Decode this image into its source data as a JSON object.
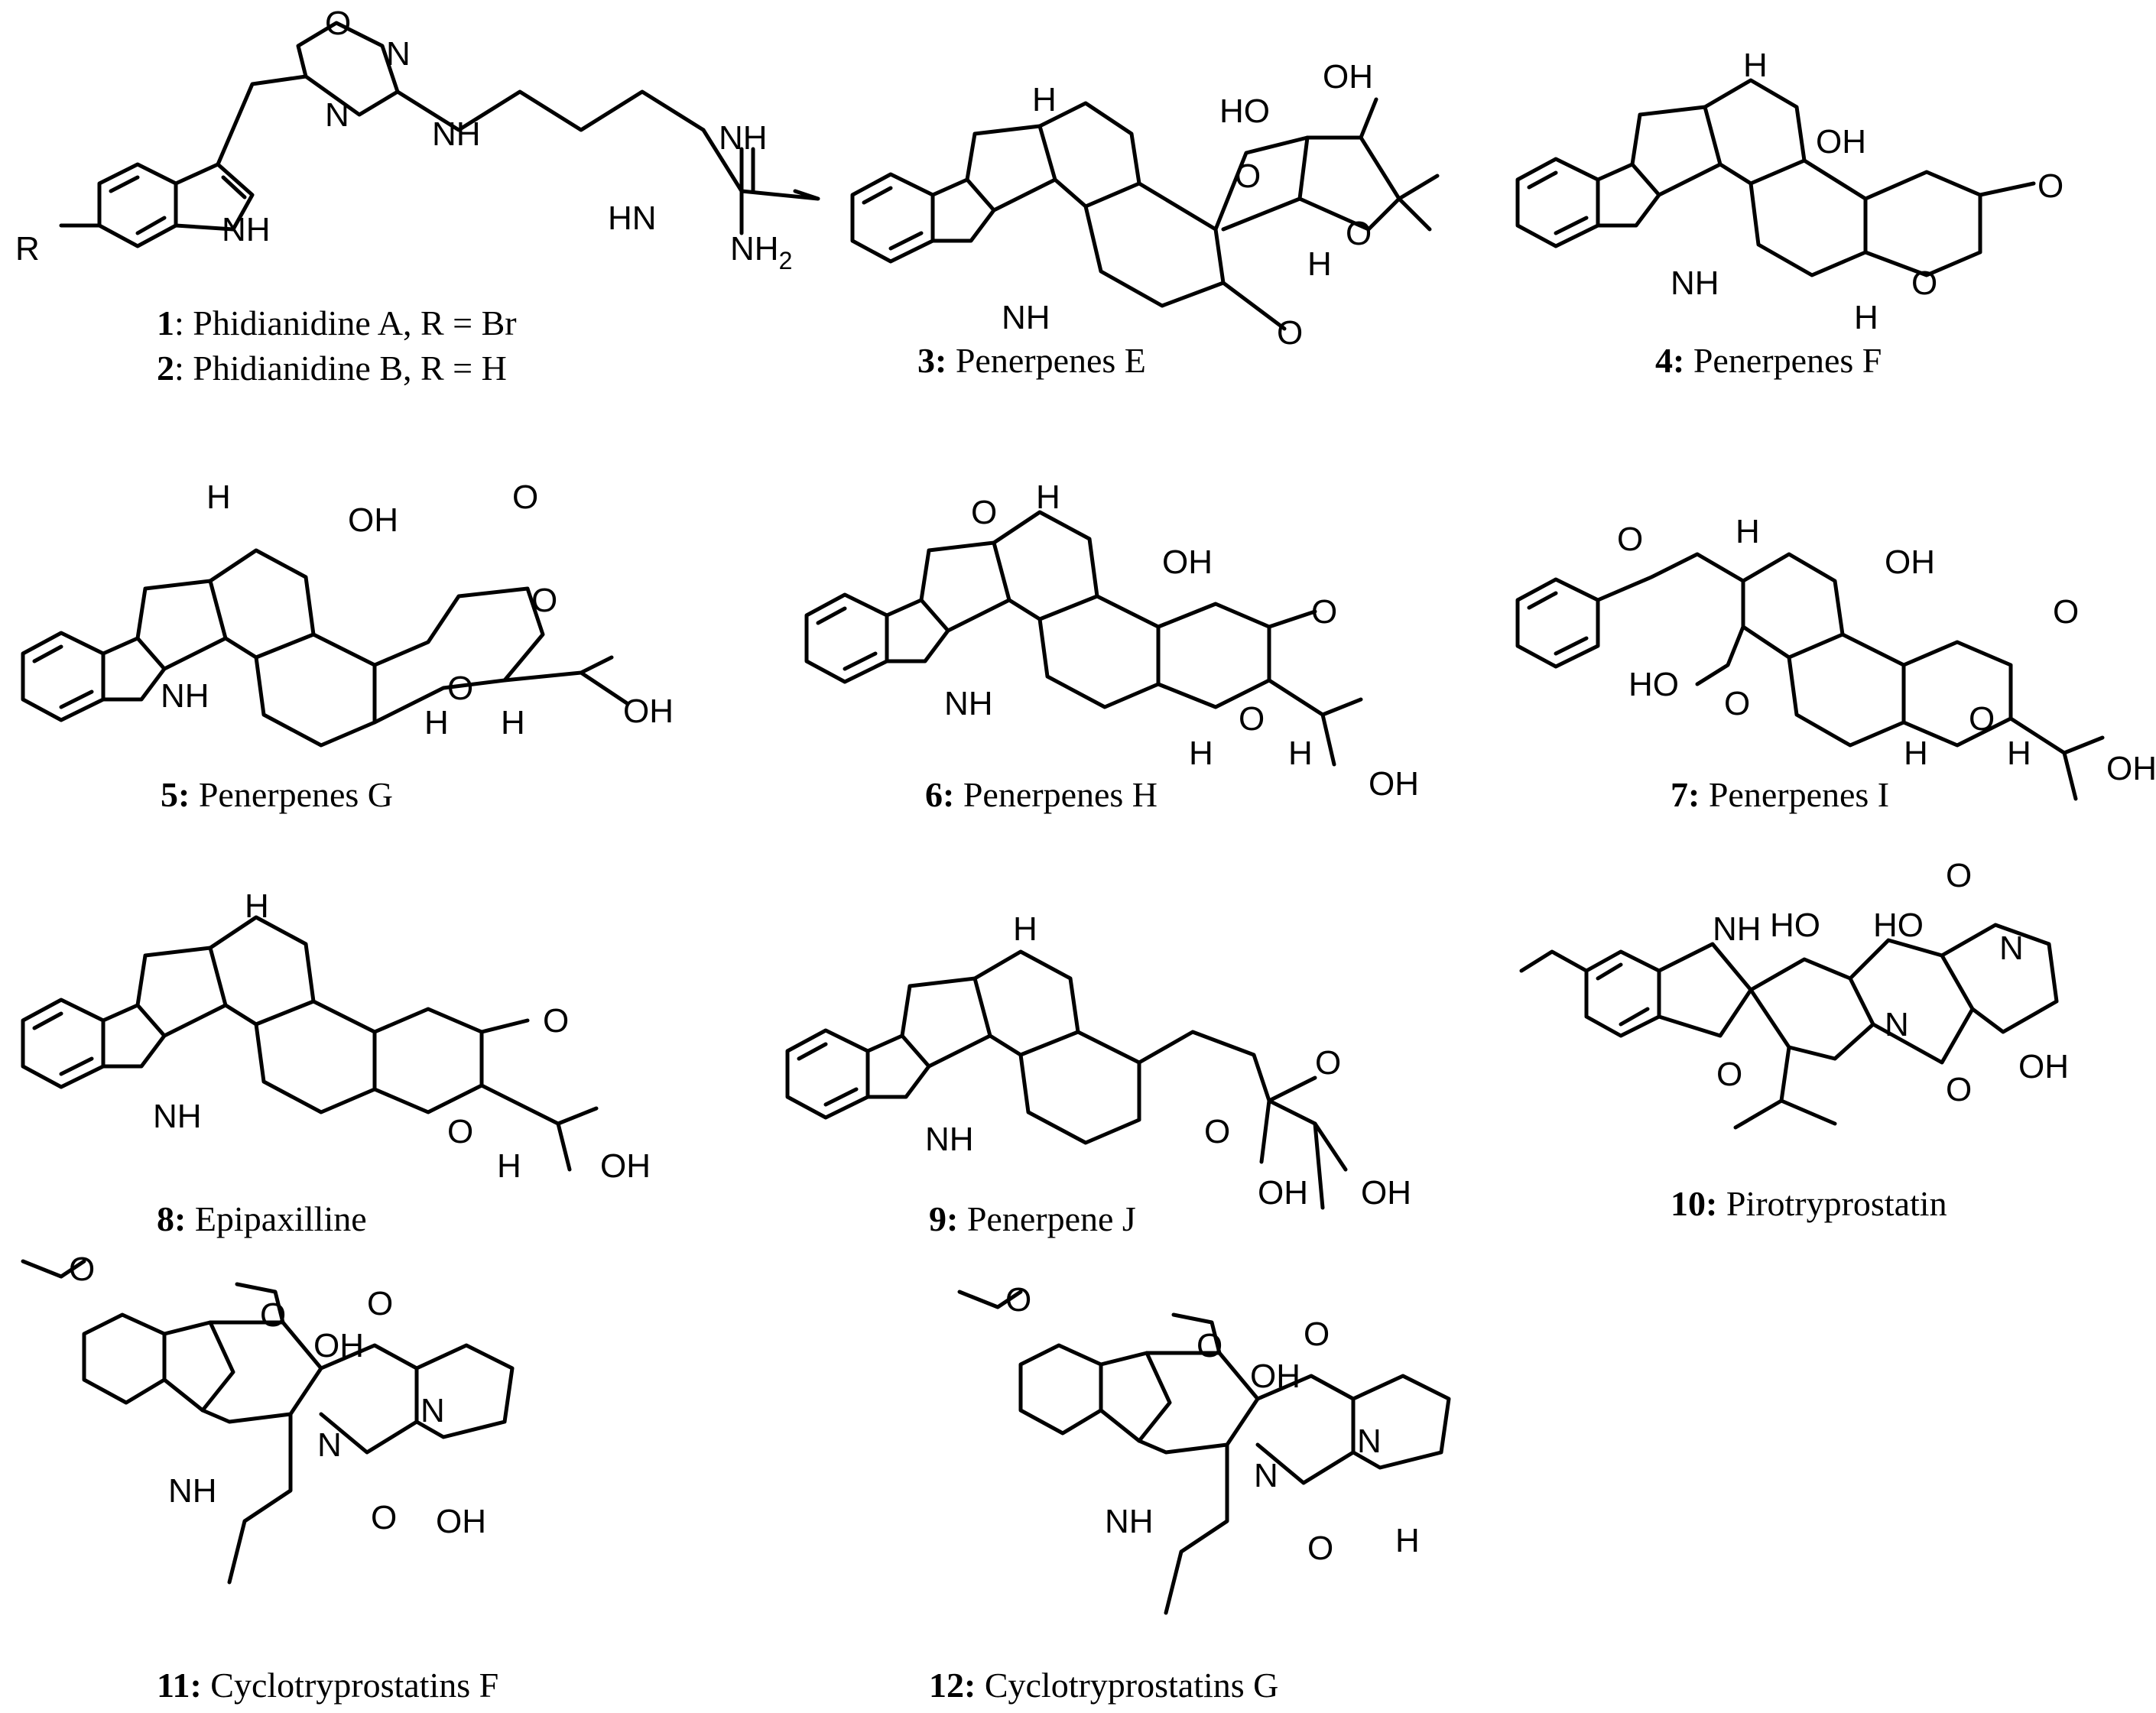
{
  "compounds": [
    {
      "number": "1",
      "name": ": Phidianidine A, R = Br"
    },
    {
      "number": "2",
      "name": ": Phidianidine B, R = H"
    },
    {
      "number": "3:",
      "name": " Penerpenes E"
    },
    {
      "number": "4:",
      "name": " Penerpenes F"
    },
    {
      "number": "5:",
      "name": " Penerpenes G"
    },
    {
      "number": "6:",
      "name": " Penerpenes H"
    },
    {
      "number": "7:",
      "name": " Penerpenes I"
    },
    {
      "number": "8:",
      "name": " Epipaxilline"
    },
    {
      "number": "9:",
      "name": " Penerpene J"
    },
    {
      "number": "10:",
      "name": " Pirotryprostatin"
    },
    {
      "number": "11:",
      "name": " Cyclotryprostatins F"
    },
    {
      "number": "12:",
      "name": " Cyclotryprostatins G"
    }
  ],
  "atom_labels": {
    "O": "O",
    "N": "N",
    "NH": "NH",
    "HN": "HN",
    "H": "H",
    "OH": "OH",
    "HO": "HO",
    "R": "R",
    "NH2_main": "NH",
    "NH2_sub": "2"
  }
}
